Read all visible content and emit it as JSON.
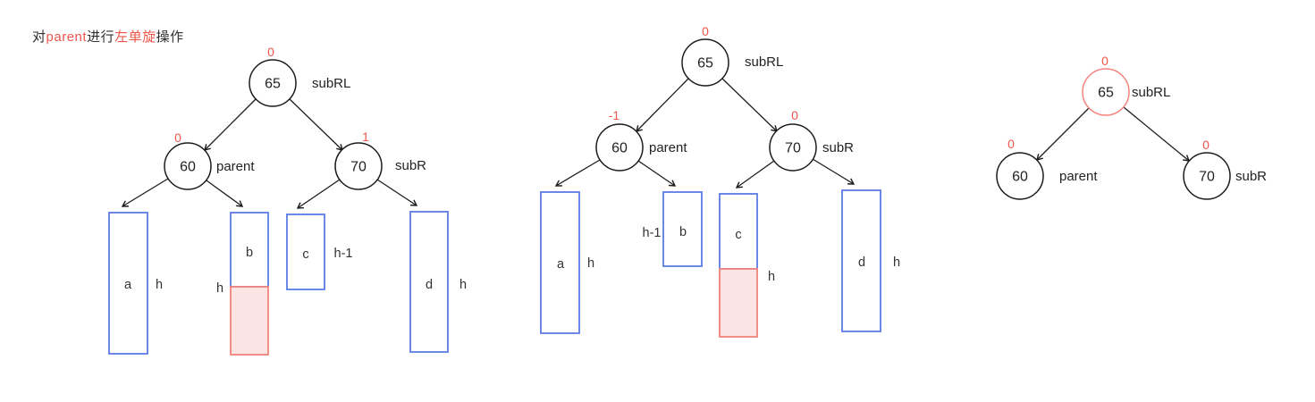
{
  "title": {
    "part1": "对",
    "part2": "parent",
    "part3": "进行",
    "part4": "左单旋",
    "part5": "操作"
  },
  "colors": {
    "accent_red": "#ee564b",
    "node_stroke": "#1c1c1c",
    "highlight_node_stroke": "#f4837d",
    "subtree_box_blue": "#5b7ce6",
    "growth_fill_pink": "#fde4e4",
    "growth_border_pink": "#f0837c"
  },
  "trees": [
    {
      "root": {
        "value": "65",
        "bf": "0",
        "side_label": "subRL"
      },
      "left": {
        "value": "60",
        "bf": "0",
        "side_label": "parent"
      },
      "right": {
        "value": "70",
        "bf": "1",
        "side_label": "subR"
      },
      "boxes": [
        {
          "label": "a",
          "height": "h"
        },
        {
          "label": "b",
          "height": "h"
        },
        {
          "label": "c",
          "height": "h-1"
        },
        {
          "label": "d",
          "height": "h"
        }
      ]
    },
    {
      "root": {
        "value": "65",
        "bf": "0",
        "side_label": "subRL"
      },
      "left": {
        "value": "60",
        "bf": "-1",
        "side_label": "parent"
      },
      "right": {
        "value": "70",
        "bf": "0",
        "side_label": "subR"
      },
      "boxes": [
        {
          "label": "a",
          "height": "h"
        },
        {
          "label": "b",
          "height": "h-1"
        },
        {
          "label": "c",
          "height": "h"
        },
        {
          "label": "d",
          "height": "h"
        }
      ]
    },
    {
      "root": {
        "value": "65",
        "bf": "0",
        "side_label": "subRL"
      },
      "left": {
        "value": "60",
        "bf": "0",
        "side_label": "parent"
      },
      "right": {
        "value": "70",
        "bf": "0",
        "side_label": "subR"
      }
    }
  ]
}
